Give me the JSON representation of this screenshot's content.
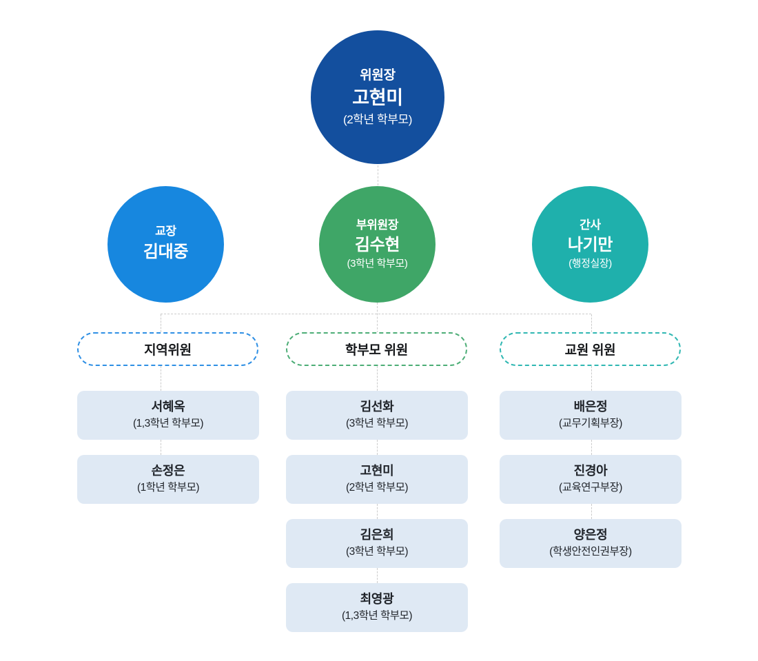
{
  "palette": {
    "connector_line": "#CBCBCB",
    "member_box_bg": "#DFE9F4",
    "member_text": "#1F2329",
    "pill_text": "#15171A",
    "circle_text": "#FFFFFF"
  },
  "chair": {
    "role": "위원장",
    "name": "고현미",
    "note": "(2학년 학부모)",
    "color": "#134F9E"
  },
  "executives": [
    {
      "role": "교장",
      "name": "김대중",
      "note": "",
      "color": "#1787DF"
    },
    {
      "role": "부위원장",
      "name": "김수현",
      "note": "(3학년 학부모)",
      "color": "#3FA667"
    },
    {
      "role": "간사",
      "name": "나기만",
      "note": "(행정실장)",
      "color": "#1FB0AC"
    }
  ],
  "groups": [
    {
      "label": "지역위원",
      "border_color": "#2E8FE4",
      "members": [
        {
          "name": "서혜옥",
          "note": "(1,3학년 학부모)"
        },
        {
          "name": "손정은",
          "note": "(1학년 학부모)"
        }
      ]
    },
    {
      "label": "학부모 위원",
      "border_color": "#4CAD76",
      "members": [
        {
          "name": "김선화",
          "note": "(3학년 학부모)"
        },
        {
          "name": "고현미",
          "note": "(2학년 학부모)"
        },
        {
          "name": "김은희",
          "note": "(3학년 학부모)"
        },
        {
          "name": "최영광",
          "note": "(1,3학년 학부모)"
        }
      ]
    },
    {
      "label": "교원 위원",
      "border_color": "#2FB7B2",
      "members": [
        {
          "name": "배은정",
          "note": "(교무기획부장)"
        },
        {
          "name": "진경아",
          "note": "(교육연구부장)"
        },
        {
          "name": "양은정",
          "note": "(학생안전인권부장)"
        }
      ]
    }
  ]
}
